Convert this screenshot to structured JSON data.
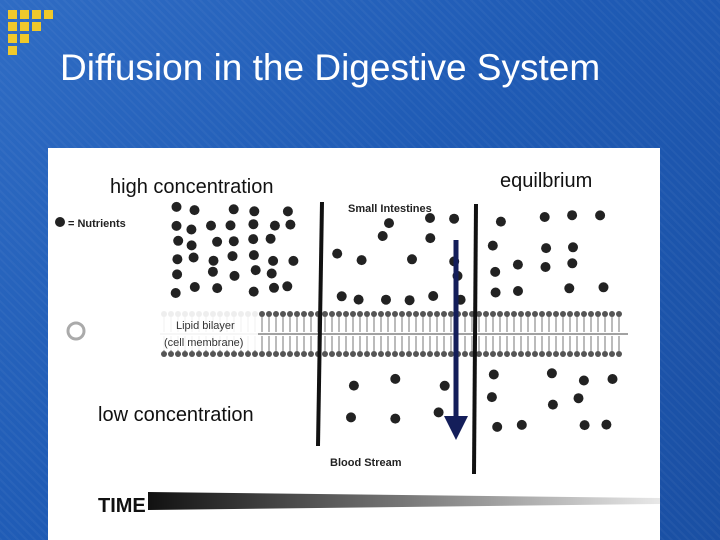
{
  "slide": {
    "title": "Diffusion in the Digestive System",
    "colors": {
      "background": "#2060b8",
      "accent": "#f0c92b",
      "title_text": "#ffffff",
      "arrow": "#141e5a"
    }
  },
  "diagram": {
    "labels": {
      "high": "high concentration",
      "low": "low concentration",
      "equilibrium": "equilbrium"
    },
    "scan_text": {
      "nutrients_key": "= Nutrients",
      "small_intestines": "Small Intestines",
      "lipid_bilayer_1": "Lipid bilayer",
      "lipid_bilayer_2": "(cell membrane)",
      "blood_stream": "Blood Stream",
      "time": "TIME"
    },
    "arrow_direction": "down"
  }
}
